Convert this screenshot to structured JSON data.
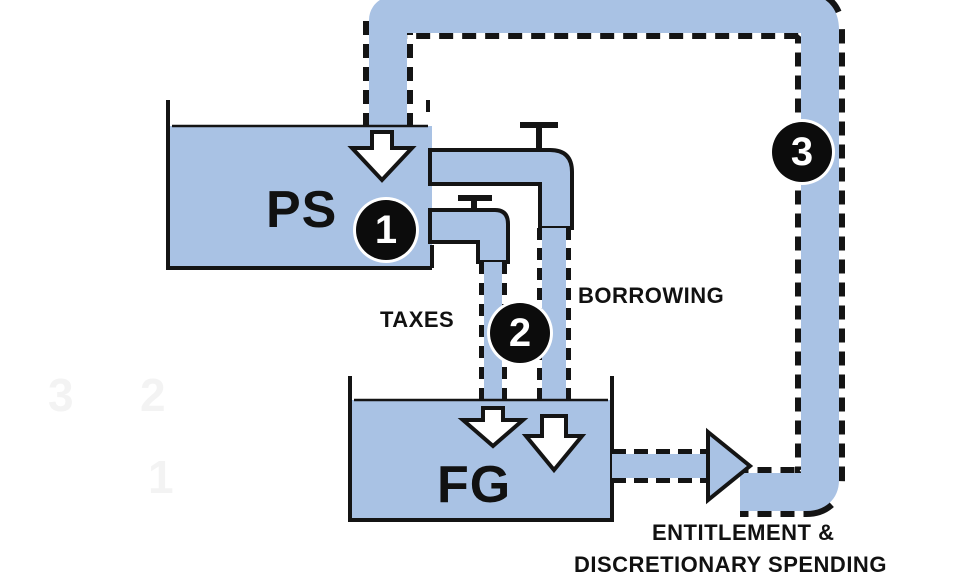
{
  "colors": {
    "water": "#a9c2e4",
    "outline": "#141414",
    "arrow_fill": "#ffffff"
  },
  "tanks": {
    "private_sector": {
      "label": "PS"
    },
    "federal_government": {
      "label": "FG"
    }
  },
  "flows": {
    "taxes": {
      "label": "TAXES"
    },
    "borrowing": {
      "label": "BORROWING"
    },
    "spending": {
      "label_line1": "ENTITLEMENT &",
      "label_line2": "DISCRETIONARY SPENDING"
    }
  },
  "badges": {
    "one": "1",
    "two": "2",
    "three": "3"
  },
  "faded_marks": {
    "a": "3",
    "b": "2",
    "c": "1"
  }
}
